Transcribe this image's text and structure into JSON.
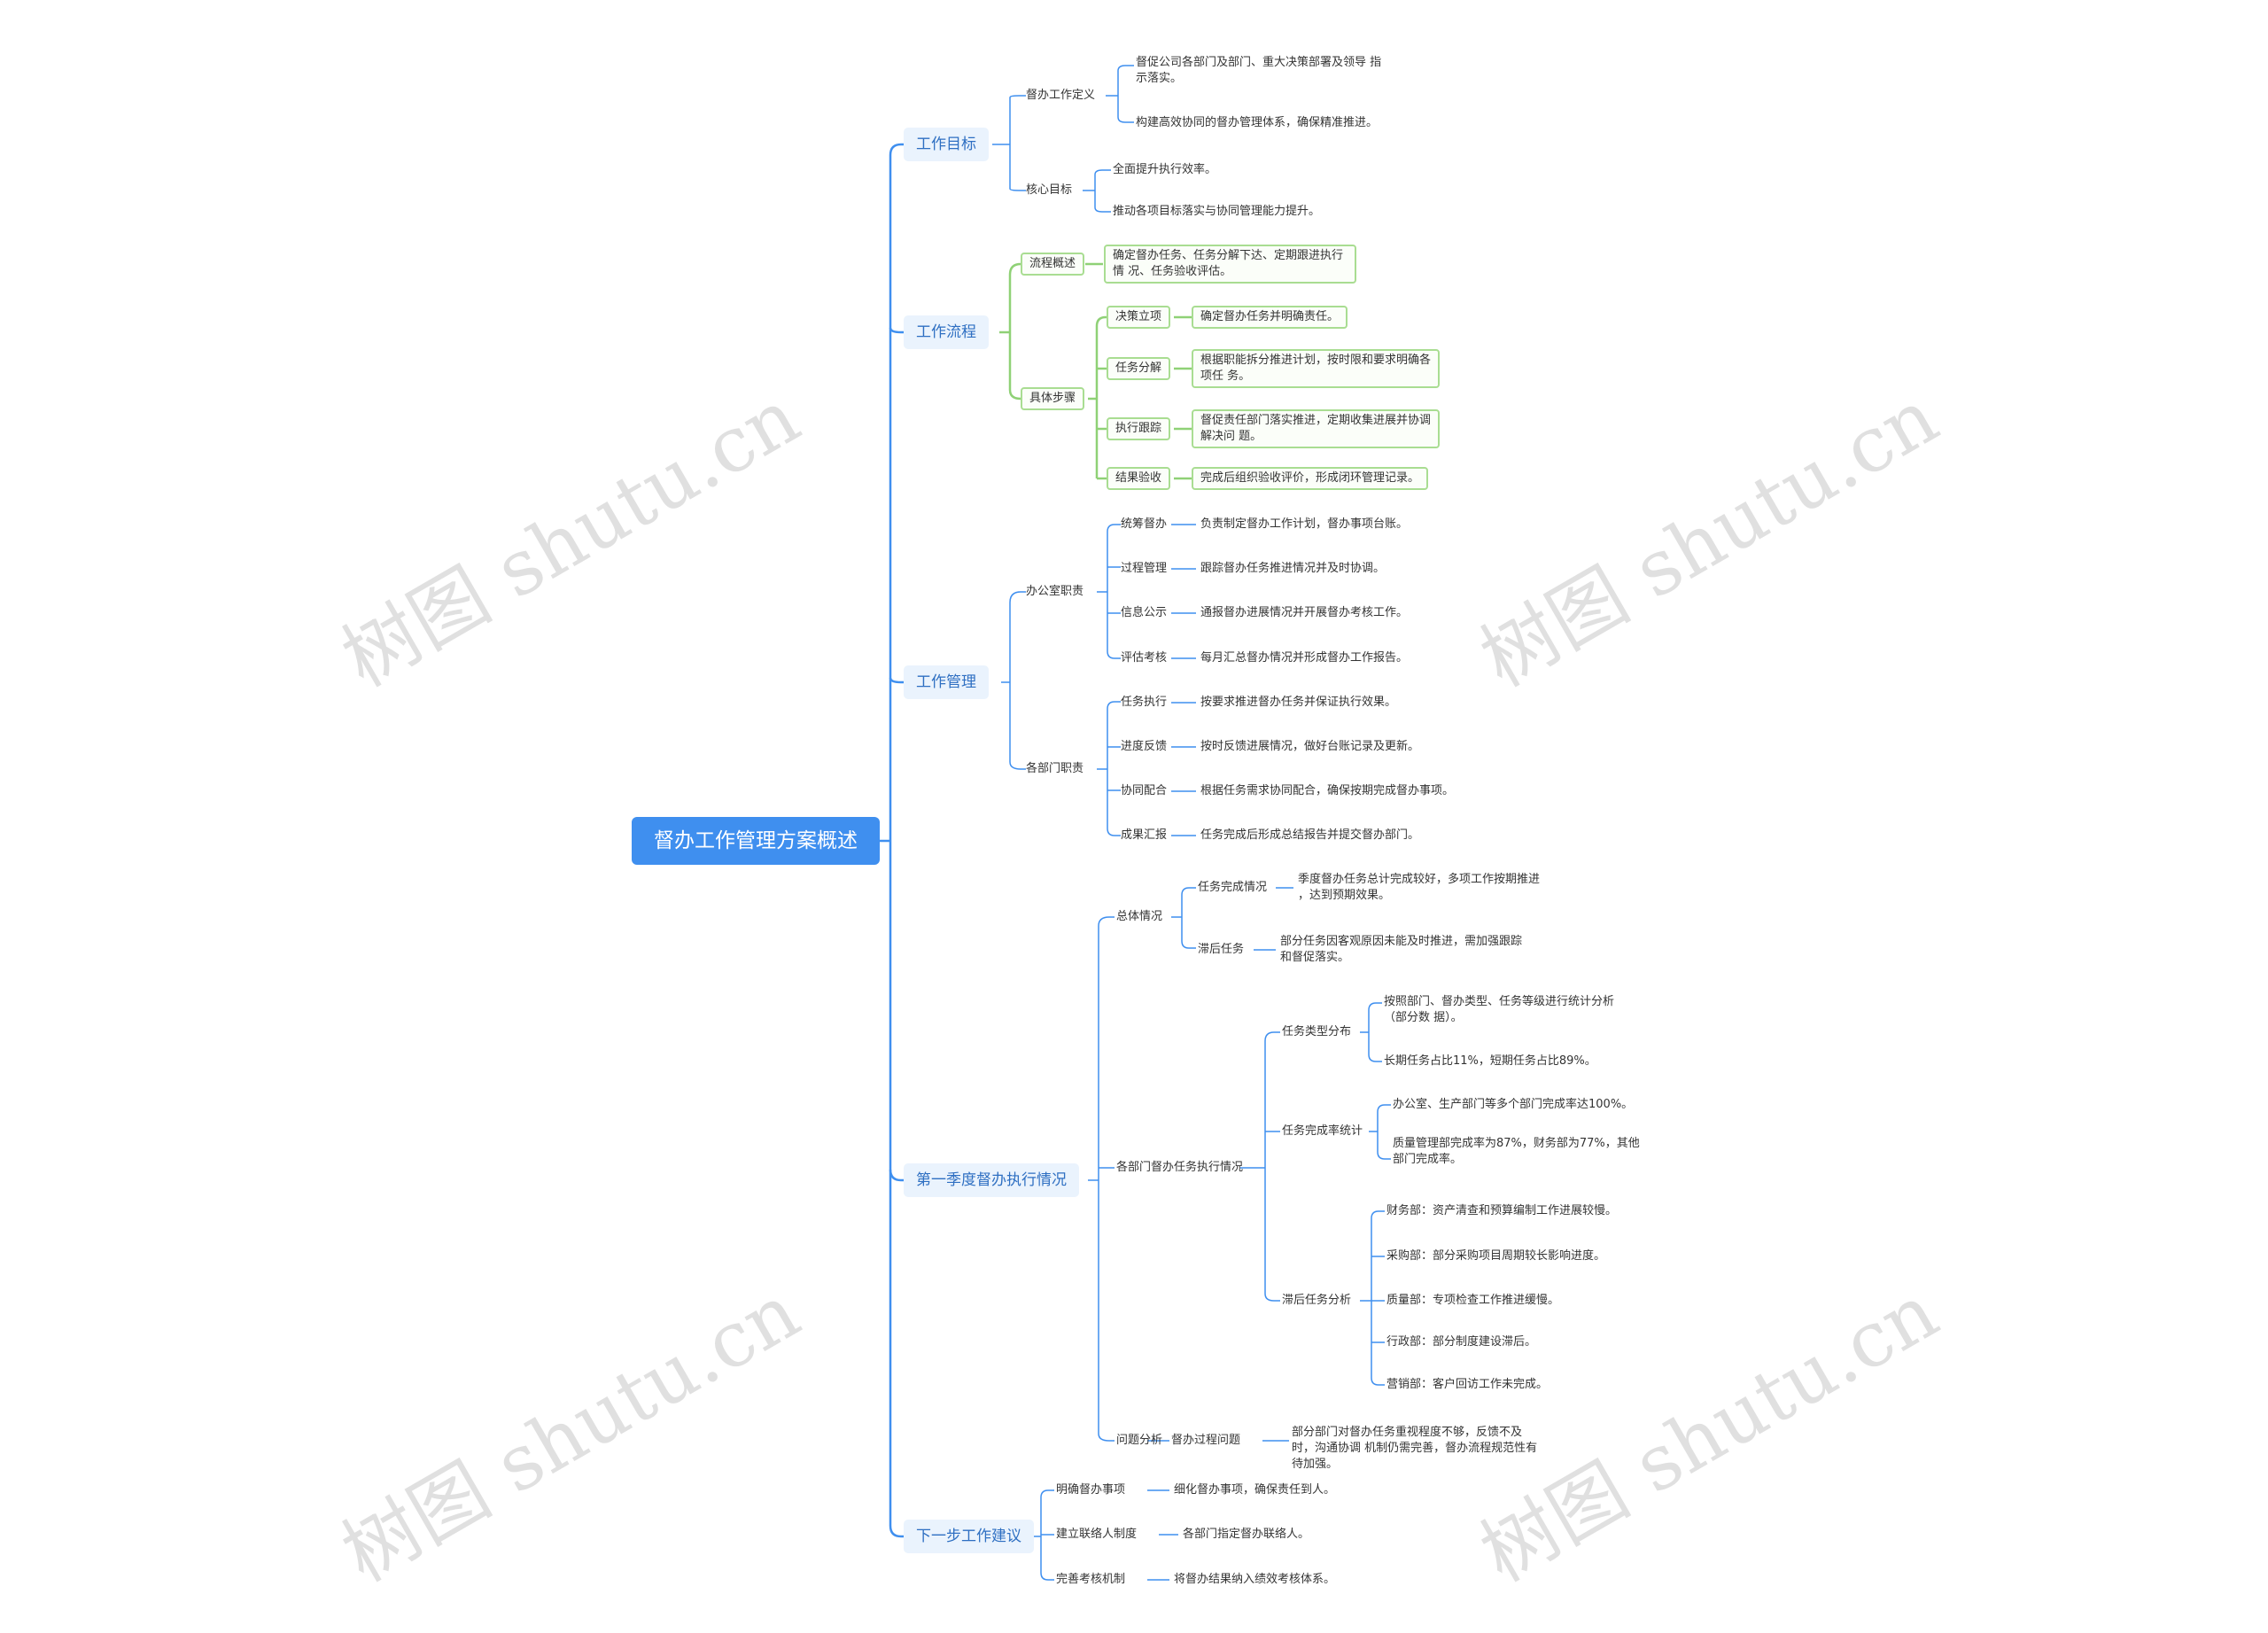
{
  "root": {
    "title": "督办工作管理方案概述"
  },
  "colors": {
    "blue_line": "#3f8fef",
    "green_line": "#8fd176",
    "root_fill": "#3f8fef",
    "l1_fill": "#eaf3fd"
  },
  "watermark": {
    "text": "树图 shutu.cn"
  },
  "branches": {
    "goal": {
      "label": "工作目标",
      "a": {
        "label": "督办工作定义",
        "items": [
          "督促公司各部门及部门、重大决策部署及领导 指示落实。",
          "构建高效协同的督办管理体系，确保精准推进。"
        ]
      },
      "b": {
        "label": "核心目标",
        "items": [
          "全面提升执行效率。",
          "推动各项目标落实与协同管理能力提升。"
        ]
      }
    },
    "process": {
      "label": "工作流程",
      "a": {
        "label": "流程概述",
        "text": "确定督办任务、任务分解下达、定期跟进执行情 况、任务验收评估。"
      },
      "b": {
        "label": "具体步骤",
        "steps": [
          {
            "label": "决策立项",
            "text": "确定督办任务并明确责任。"
          },
          {
            "label": "任务分解",
            "text": "根据职能拆分推进计划，按时限和要求明确各项任 务。"
          },
          {
            "label": "执行跟踪",
            "text": "督促责任部门落实推进，定期收集进展并协调解决问 题。"
          },
          {
            "label": "结果验收",
            "text": "完成后组织验收评价，形成闭环管理记录。"
          }
        ]
      }
    },
    "manage": {
      "label": "工作管理",
      "a": {
        "label": "办公室职责",
        "items": [
          {
            "label": "统筹督办",
            "text": "负责制定督办工作计划，督办事项台账。"
          },
          {
            "label": "过程管理",
            "text": "跟踪督办任务推进情况并及时协调。"
          },
          {
            "label": "信息公示",
            "text": "通报督办进展情况并开展督办考核工作。"
          },
          {
            "label": "评估考核",
            "text": "每月汇总督办情况并形成督办工作报告。"
          }
        ]
      },
      "b": {
        "label": "各部门职责",
        "items": [
          {
            "label": "任务执行",
            "text": "按要求推进督办任务并保证执行效果。"
          },
          {
            "label": "进度反馈",
            "text": "按时反馈进展情况，做好台账记录及更新。"
          },
          {
            "label": "协同配合",
            "text": "根据任务需求协同配合，确保按期完成督办事项。"
          },
          {
            "label": "成果汇报",
            "text": "任务完成后形成总结报告并提交督办部门。"
          }
        ]
      }
    },
    "status": {
      "label": "第一季度督办执行情况",
      "overview": {
        "label": "总体情况",
        "items": [
          {
            "label": "任务完成情况",
            "text": "季度督办任务总计完成较好，多项工作按期推进 ，达到预期效果。"
          },
          {
            "label": "滞后任务",
            "text": "部分任务因客观原因未能及时推进，需加强跟踪 和督促落实。"
          }
        ]
      },
      "dept": {
        "label": "各部门督办任务执行情况",
        "groups": [
          {
            "label": "任务类型分布",
            "items": [
              "按照部门、督办类型、任务等级进行统计分析（部分数 据）。",
              "长期任务占比11%，短期任务占比89%。"
            ]
          },
          {
            "label": "任务完成率统计",
            "items": [
              "办公室、生产部门等多个部门完成率达100%。",
              "质量管理部完成率为87%，财务部为77%，其他 部门完成率。"
            ]
          },
          {
            "label": "滞后任务分析",
            "items": [
              "财务部：资产清查和预算编制工作进展较慢。",
              "采购部：部分采购项目周期较长影响进度。",
              "质量部：专项检查工作推进缓慢。",
              "行政部：部分制度建设滞后。",
              "营销部：客户回访工作未完成。"
            ]
          }
        ]
      },
      "issues": {
        "label": "问题分析",
        "a_label": "督办过程问题",
        "text": "部分部门对督办任务重视程度不够，反馈不及时，沟通协调 机制仍需完善，督办流程规范性有待加强。"
      }
    },
    "next": {
      "label": "下一步工作建议",
      "items": [
        {
          "label": "明确督办事项",
          "text": "细化督办事项，确保责任到人。"
        },
        {
          "label": "建立联络人制度",
          "text": "各部门指定督办联络人。"
        },
        {
          "label": "完善考核机制",
          "text": "将督办结果纳入绩效考核体系。"
        }
      ]
    }
  }
}
